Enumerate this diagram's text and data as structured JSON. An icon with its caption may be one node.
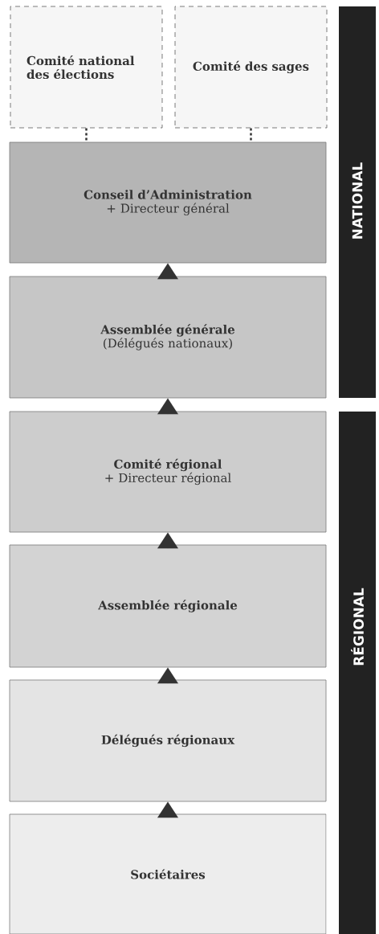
{
  "diagram": {
    "nodes": [
      {
        "text": [
          "Comité national des élections"
        ]
      },
      {
        "text": [
          "Comité des sages"
        ]
      },
      {
        "text": [
          "Conseil d’Administration",
          "+ Directeur général"
        ]
      },
      {
        "text": [
          "Assemblée générale",
          "(Délégués nationaux)"
        ]
      },
      {
        "text": [
          "Comité régional",
          "+ Directeur régional"
        ]
      },
      {
        "text": [
          "Assemblée régionale"
        ]
      },
      {
        "text": [
          "Délégués régionaux"
        ]
      },
      {
        "text": [
          "Sociétaires"
        ]
      },
      {
        "text": [
          "NATIONAL"
        ]
      },
      {
        "text": [
          "RÉGIONAL"
        ]
      }
    ],
    "edges": [
      {
        "from": 0,
        "to": 2,
        "arrow": "none",
        "style": "dashed"
      },
      {
        "from": 1,
        "to": 2,
        "arrow": "none",
        "style": "dashed"
      },
      {
        "from": 3,
        "to": 2,
        "arrow": "to"
      },
      {
        "from": 4,
        "to": 3,
        "arrow": "to"
      },
      {
        "from": 5,
        "to": 4,
        "arrow": "to"
      },
      {
        "from": 6,
        "to": 5,
        "arrow": "to"
      },
      {
        "from": 7,
        "to": 6,
        "arrow": "to"
      }
    ]
  }
}
